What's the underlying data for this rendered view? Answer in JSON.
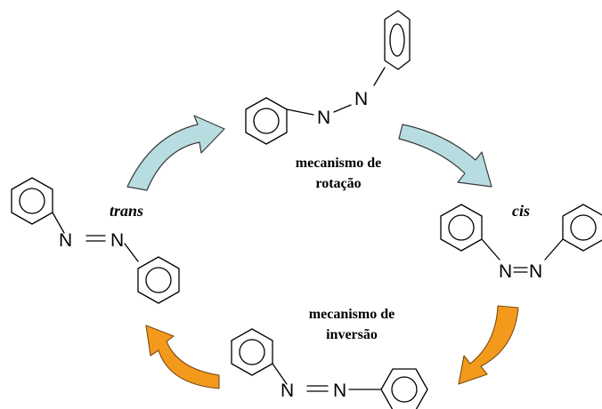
{
  "labels": {
    "trans": "trans",
    "cis": "cis",
    "rotation_line1": "mecanismo de",
    "rotation_line2": "rotação",
    "inversion_line1": "mecanismo de",
    "inversion_line2": "inversão"
  },
  "atoms": {
    "nitrogen": "N"
  },
  "colors": {
    "rotation_arrow": "#b7dde1",
    "inversion_arrow": "#f39a1c"
  }
}
